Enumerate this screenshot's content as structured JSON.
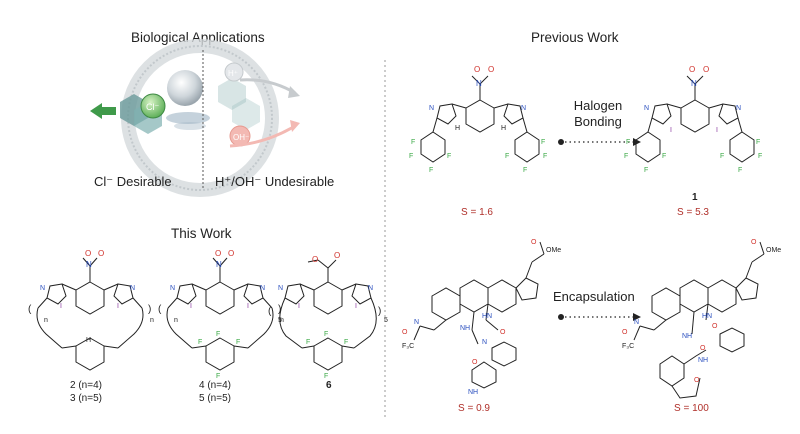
{
  "top_left": {
    "title": "Biological Applications",
    "cl_desirable": "Cl⁻ Desirable",
    "hoh_undesirable": "H⁺/OH⁻ Undesirable",
    "cl_ion": "Cl⁻",
    "h_ion": "H⁺",
    "oh_ion": "OH⁻"
  },
  "this_work": {
    "title": "This Work",
    "compounds": [
      {
        "label": "2 (n=4)",
        "label2": "3 (n=5)"
      },
      {
        "label": "4 (n=4)",
        "label2": "5 (n=5)"
      },
      {
        "label": "6"
      }
    ]
  },
  "previous_work": {
    "title": "Previous Work",
    "halogen_bonding": "Halogen\nBonding",
    "encapsulation": "Encapsulation",
    "compound_1_label": "1",
    "s_values": [
      "S = 1.6",
      "S = 5.3",
      "S = 0.9",
      "S = 100"
    ]
  },
  "colors": {
    "selectivity_red": "#b0302a",
    "nitrogen_blue": "#2a4fbf",
    "oxygen_red": "#d0302a",
    "fluorine_green": "#3aa845",
    "iodine_purple": "#8a3aa0",
    "divider": "#888888"
  }
}
